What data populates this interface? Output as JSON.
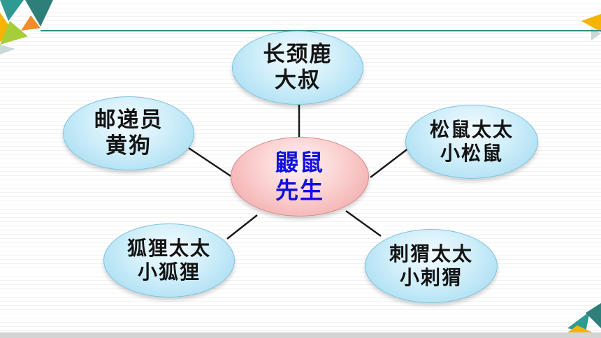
{
  "diagram": {
    "center": {
      "lines": [
        "鼹鼠",
        "先生"
      ],
      "color": "#1010e0"
    },
    "nodes": [
      {
        "id": "giraffe",
        "lines": [
          "长颈鹿",
          "大叔"
        ]
      },
      {
        "id": "dog",
        "lines": [
          "邮递员",
          "黄狗"
        ]
      },
      {
        "id": "squirrel",
        "lines": [
          "松鼠太太",
          "小松鼠"
        ]
      },
      {
        "id": "fox",
        "lines": [
          "狐狸太太",
          "小狐狸"
        ]
      },
      {
        "id": "hedgehog",
        "lines": [
          "刺猬太太",
          "小刺猬"
        ]
      }
    ]
  },
  "colors": {
    "node_fill": "#cfeefa",
    "center_fill": "#fbd0d0",
    "accent_line": "#3a8a86"
  }
}
